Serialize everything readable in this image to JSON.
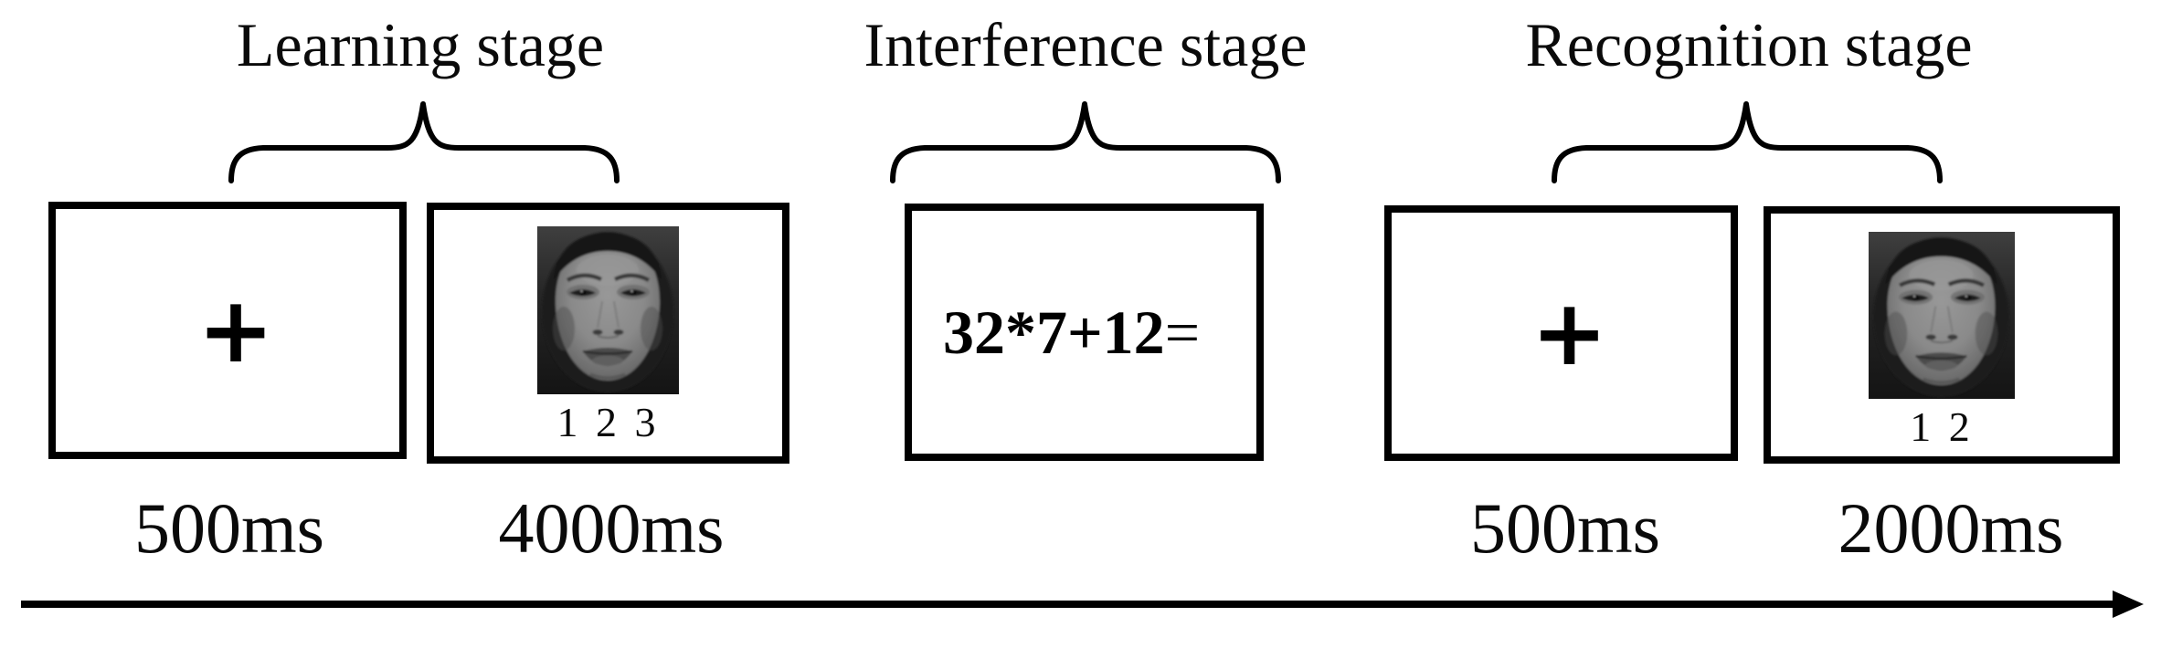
{
  "colors": {
    "ink": "#000000",
    "paper": "#ffffff",
    "face_skin_gray": "#8a8a8a",
    "face_background_gray": "#1e1e1e"
  },
  "stages": [
    {
      "id": "learning",
      "label": "Learning stage"
    },
    {
      "id": "interference",
      "label": "Interference stage"
    },
    {
      "id": "recognition",
      "label": "Recognition stage"
    }
  ],
  "screens": [
    {
      "type": "fixation",
      "content": "+",
      "duration": "500ms"
    },
    {
      "type": "face-stimulus",
      "icon": "face-photo",
      "response_options": "1 2 3",
      "duration": "4000ms"
    },
    {
      "type": "math-problem",
      "expression": "32*7+12",
      "equals": "="
    },
    {
      "type": "fixation",
      "content": "+",
      "duration": "500ms"
    },
    {
      "type": "face-stimulus",
      "icon": "face-photo",
      "response_options": "1 2",
      "duration": "2000ms"
    }
  ],
  "icons": {
    "brace": "curly-brace-icon",
    "face": "face-photo",
    "arrow": "timeline-arrow-icon",
    "fixation": "fixation-cross"
  }
}
